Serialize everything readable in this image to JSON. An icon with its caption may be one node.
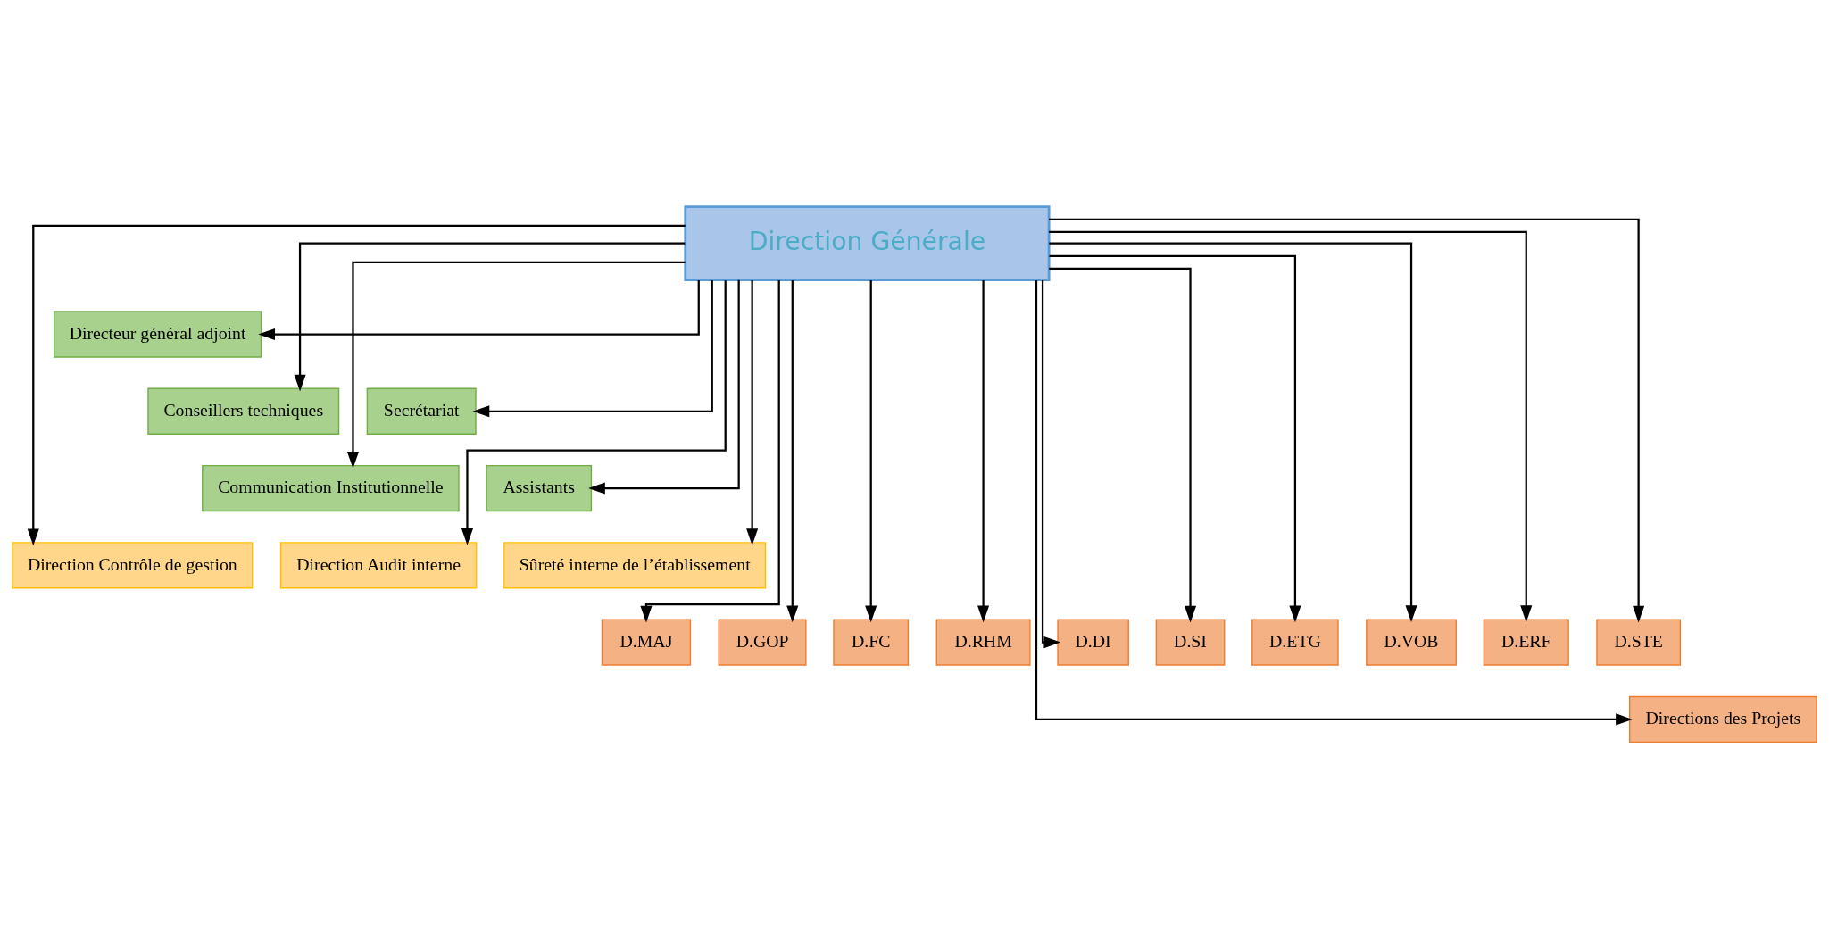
{
  "diagram": {
    "nodes": [
      {
        "text": [
          "Direction Générale"
        ]
      },
      {
        "text": [
          "Directeur général adjoint"
        ]
      },
      {
        "text": [
          "Conseillers techniques"
        ]
      },
      {
        "text": [
          "Secrétariat"
        ]
      },
      {
        "text": [
          "Communication Institutionnelle"
        ]
      },
      {
        "text": [
          "Assistants"
        ]
      },
      {
        "text": [
          "Direction Contrôle de gestion"
        ]
      },
      {
        "text": [
          "Direction Audit interne"
        ]
      },
      {
        "text": [
          "Sûreté interne de l’établissement"
        ]
      },
      {
        "text": [
          "D.MAJ"
        ]
      },
      {
        "text": [
          "D.GOP"
        ]
      },
      {
        "text": [
          "D.FC"
        ]
      },
      {
        "text": [
          "D.RHM"
        ]
      },
      {
        "text": [
          "D.DI"
        ]
      },
      {
        "text": [
          "D.SI"
        ]
      },
      {
        "text": [
          "D.ETG"
        ]
      },
      {
        "text": [
          "D.VOB"
        ]
      },
      {
        "text": [
          "D.ERF"
        ]
      },
      {
        "text": [
          "D.STE"
        ]
      },
      {
        "text": [
          "Directions des Projets"
        ]
      }
    ],
    "edges": [
      {
        "from": 0,
        "to": 1,
        "arrow": "to"
      },
      {
        "from": 0,
        "to": 2,
        "arrow": "to"
      },
      {
        "from": 0,
        "to": 3,
        "arrow": "to"
      },
      {
        "from": 0,
        "to": 4,
        "arrow": "to"
      },
      {
        "from": 0,
        "to": 5,
        "arrow": "to"
      },
      {
        "from": 0,
        "to": 6,
        "arrow": "to"
      },
      {
        "from": 0,
        "to": 7,
        "arrow": "to"
      },
      {
        "from": 0,
        "to": 8,
        "arrow": "to"
      },
      {
        "from": 0,
        "to": 9,
        "arrow": "to"
      },
      {
        "from": 0,
        "to": 10,
        "arrow": "to"
      },
      {
        "from": 0,
        "to": 11,
        "arrow": "to"
      },
      {
        "from": 0,
        "to": 12,
        "arrow": "to"
      },
      {
        "from": 0,
        "to": 13,
        "arrow": "to"
      },
      {
        "from": 0,
        "to": 14,
        "arrow": "to"
      },
      {
        "from": 0,
        "to": 15,
        "arrow": "to"
      },
      {
        "from": 0,
        "to": 16,
        "arrow": "to"
      },
      {
        "from": 0,
        "to": 17,
        "arrow": "to"
      },
      {
        "from": 0,
        "to": 18,
        "arrow": "to"
      },
      {
        "from": 0,
        "to": 19,
        "arrow": "to"
      }
    ]
  }
}
